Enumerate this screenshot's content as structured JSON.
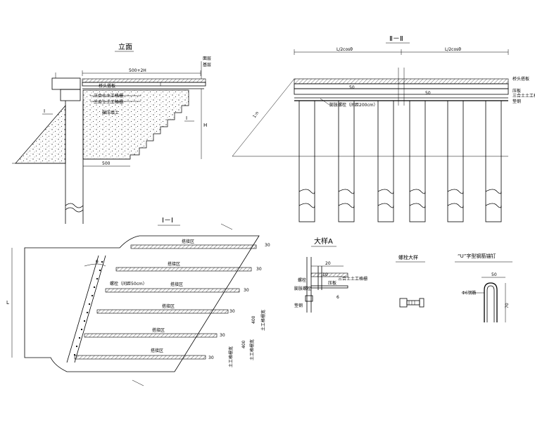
{
  "elevation": {
    "title": "立面",
    "dim_top": "500+2H",
    "dim_bottom": "500",
    "label_h": "H",
    "label_section": "I",
    "layer_top1": "面层",
    "layer_top2": "基层",
    "layer_a": "桥头搭板",
    "layer_b": "三合土土工格栅",
    "layer_c": "三合土土工格栅",
    "fill_label": "碾压填土"
  },
  "section_ii": {
    "title": "Ⅱ－Ⅱ",
    "dim_left": "L/2cosθ",
    "dim_right": "L/2cosθ",
    "label_slope": "1:n",
    "label_spacing": "50",
    "bolt_label": "膨胀螺栓（间距200cm）",
    "r1": "桥头搭板",
    "r2": "压板",
    "r3": "三合土土工格栅",
    "r4": "垫钢"
  },
  "plan_i": {
    "title": "Ⅰ－Ⅰ",
    "label_l": "L",
    "label_theta": "θ",
    "bolt_label": "螺栓（间距50cm）",
    "strip_labels": [
      "搭接区",
      "搭接区",
      "搭接区",
      "搭接区",
      "搭接区",
      "搭接区"
    ],
    "dim30": "30",
    "dim400": "400",
    "dim_long": "400",
    "side_lbl1": "土工格栅宽",
    "side_lbl2": "土工格栅宽",
    "side_lbl3": "土工格栅宽"
  },
  "detail_a": {
    "title": "大样A",
    "d20": "20",
    "d10": "10",
    "l1": "螺栓",
    "l2": "压板",
    "l3": "三合土土工格栅",
    "l4": "膨胀螺栓",
    "l5": "垫钢",
    "d6": "6"
  },
  "bolt_detail": {
    "title": "螺栓大样"
  },
  "u_nail": {
    "title": "“U”字型钢筋锚钉",
    "d50": "50",
    "d70": "70",
    "bar": "Φ6钢筋"
  },
  "colors": {
    "line": "#000000",
    "background": "#ffffff"
  }
}
